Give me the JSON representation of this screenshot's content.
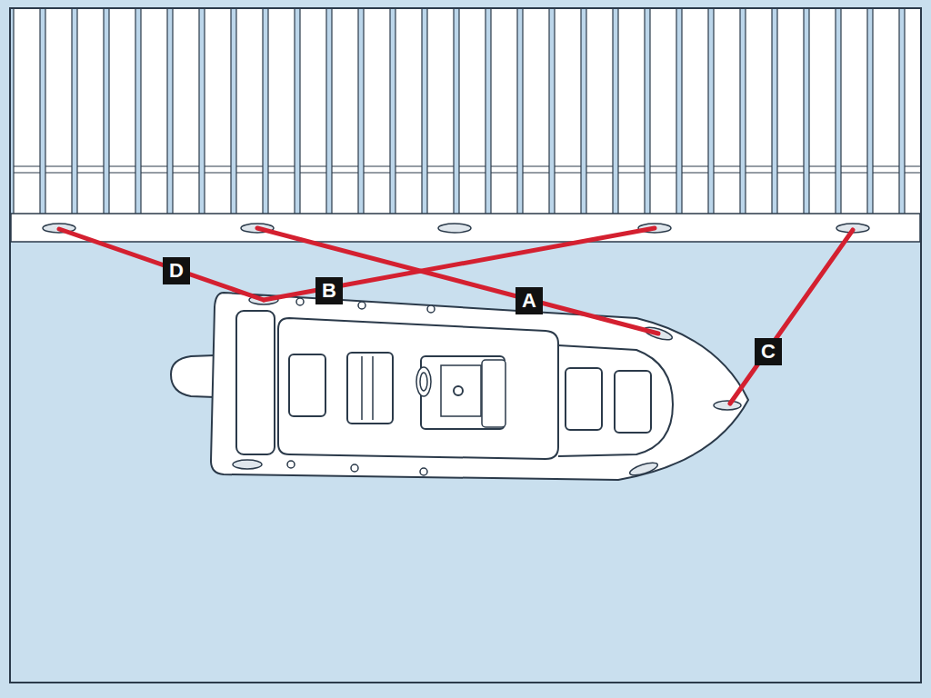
{
  "diagram": {
    "labels": [
      "D",
      "B",
      "A",
      "C"
    ]
  }
}
